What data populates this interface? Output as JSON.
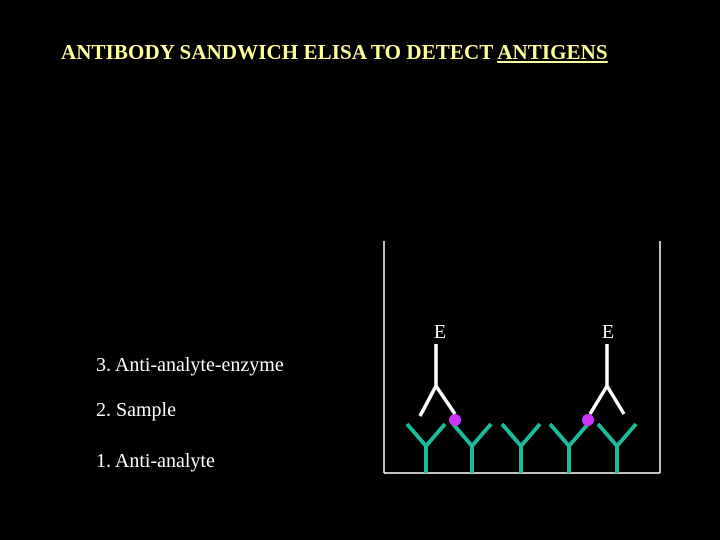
{
  "title": {
    "prefix": "ANTIBODY SANDWICH ELISA TO DETECT",
    "emphasis": "ANTIGENS"
  },
  "steps": [
    "3. Anti-analyte-enzyme",
    "2. Sample",
    "1. Anti-analyte"
  ],
  "diagram": {
    "enzyme_labels": [
      "E",
      "E"
    ],
    "colors": {
      "background": "#000000",
      "title_text": "#ffff99",
      "well_wall": "#ffffff",
      "capture_antibody": "#1abc9c",
      "antigen": "#cc33ff",
      "detection_antibody": "#ffffff"
    }
  }
}
